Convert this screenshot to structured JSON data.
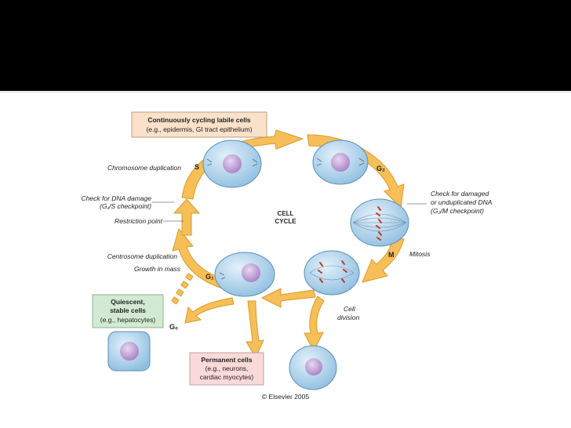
{
  "labels": {
    "center_line1": "CELL",
    "center_line2": "CYCLE",
    "phase_s": "S",
    "phase_g2": "G₂",
    "phase_m": "M",
    "phase_g1": "G₁",
    "phase_g0": "G₀",
    "chromosome_duplication": "Chromosome duplication",
    "check_dna_damage_1": "Check for DNA damage",
    "check_dna_damage_2": "(G₁/S checkpoint)",
    "restriction_point": "Restriction point",
    "centrosome_duplication": "Centrosome duplication",
    "growth_in_mass": "Growth in mass",
    "check_damaged_1": "Check for damaged",
    "check_damaged_2": "or unduplicated DNA",
    "check_damaged_3": "(G₂/M checkpoint)",
    "mitosis": "Mitosis",
    "cell_division_1": "Cell",
    "cell_division_2": "division"
  },
  "boxes": {
    "labile_title": "Continuously cycling labile cells",
    "labile_sub": "(e.g., epidermis, GI tract epithelium)",
    "quiescent_title1": "Quiescent,",
    "quiescent_title2": "stable cells",
    "quiescent_sub": "(e.g., hepatocytes)",
    "permanent_title": "Permanent cells",
    "permanent_sub1": "(e.g., neurons,",
    "permanent_sub2": "cardiac myocytes)"
  },
  "copyright": "© Elsevier 2005",
  "colors": {
    "arrow": "#f6bf58",
    "arrow_stroke": "#d99a2b",
    "cell": "#a9cfe9",
    "nucleus": "#bb9bd1",
    "labile_box": "#fbe1c9",
    "quiescent_box": "#d3ead2",
    "permanent_box": "#f9dad9",
    "chromosome": "#c0392b"
  }
}
